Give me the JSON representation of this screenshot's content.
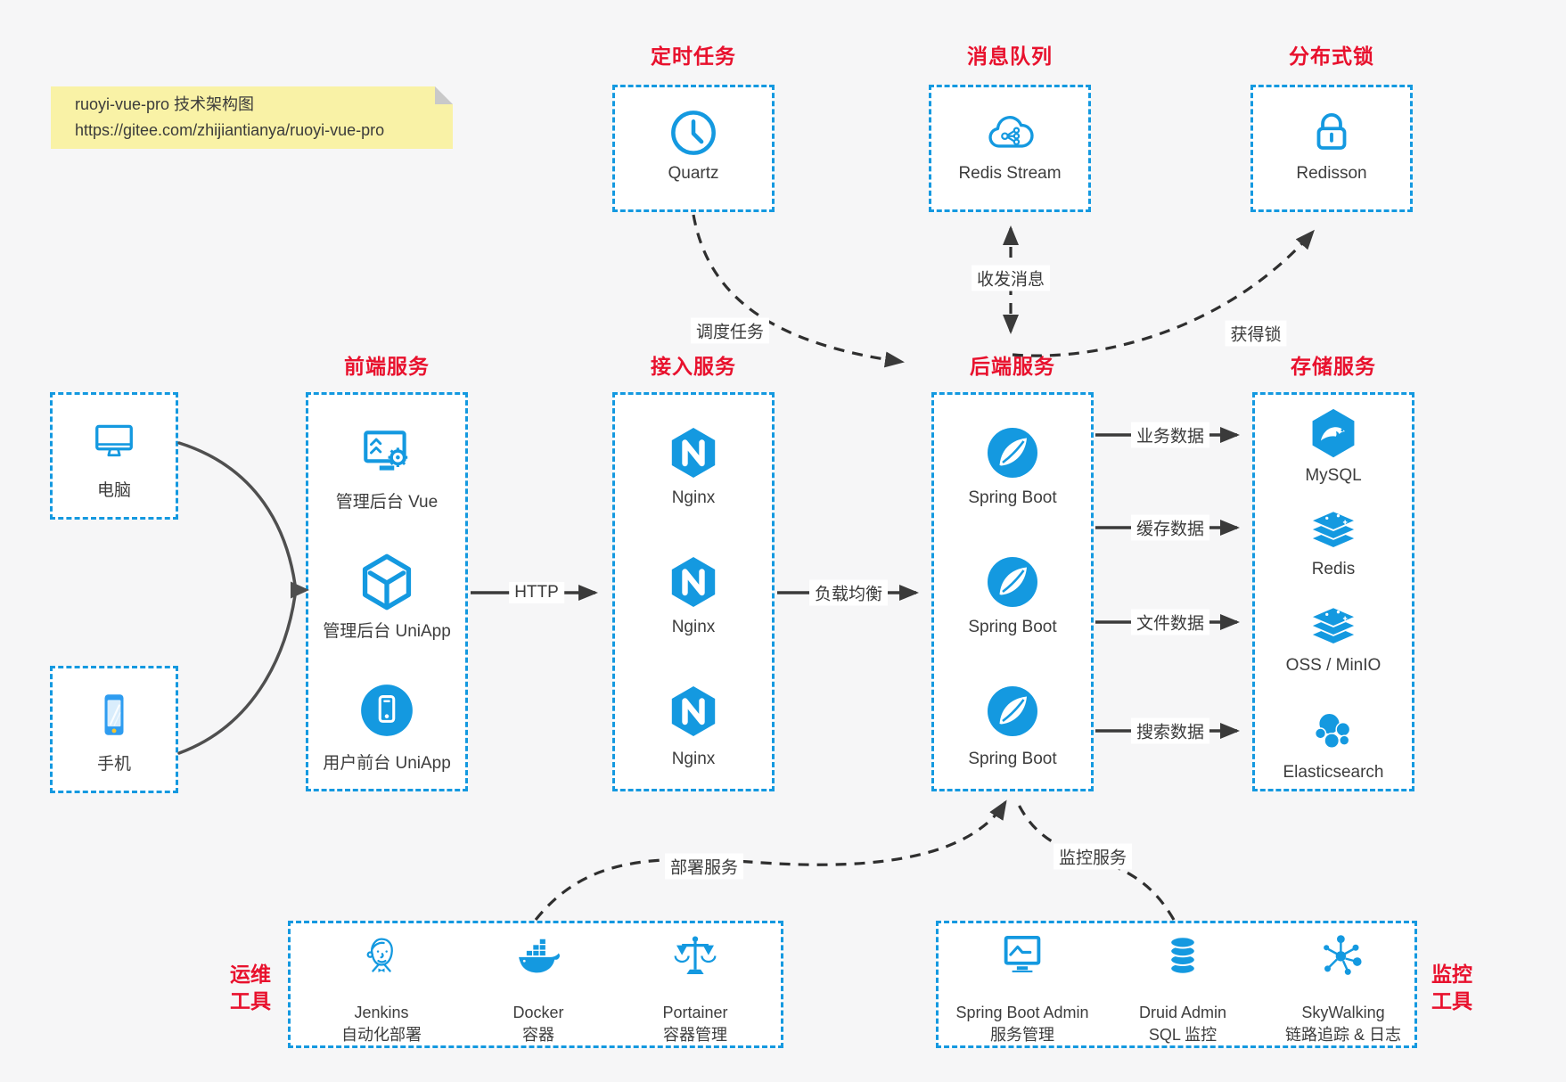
{
  "colors": {
    "primary_blue": "#1499e0",
    "title_red": "#e8112d",
    "note_yellow": "#f9f2a6",
    "text": "#3d3d3d"
  },
  "note": {
    "line1": "ruoyi-vue-pro 技术架构图",
    "line2": "https://gitee.com/zhijiantianya/ruoyi-vue-pro"
  },
  "top_groups": [
    {
      "title": "定时任务",
      "label": "Quartz",
      "icon": "clock-icon"
    },
    {
      "title": "消息队列",
      "label": "Redis Stream",
      "icon": "cloud-stream-icon"
    },
    {
      "title": "分布式锁",
      "label": "Redisson",
      "icon": "lock-icon"
    }
  ],
  "devices": [
    {
      "label": "电脑",
      "icon": "computer-icon"
    },
    {
      "label": "手机",
      "icon": "phone-icon"
    }
  ],
  "columns": [
    {
      "title": "前端服务",
      "items": [
        {
          "label": "管理后台 Vue",
          "icon": "admin-vue-icon"
        },
        {
          "label": "管理后台 UniApp",
          "icon": "cube-icon"
        },
        {
          "label": "用户前台 UniApp",
          "icon": "user-app-icon"
        }
      ]
    },
    {
      "title": "接入服务",
      "items": [
        {
          "label": "Nginx",
          "icon": "nginx-icon"
        },
        {
          "label": "Nginx",
          "icon": "nginx-icon"
        },
        {
          "label": "Nginx",
          "icon": "nginx-icon"
        }
      ]
    },
    {
      "title": "后端服务",
      "items": [
        {
          "label": "Spring Boot",
          "icon": "spring-icon"
        },
        {
          "label": "Spring Boot",
          "icon": "spring-icon"
        },
        {
          "label": "Spring Boot",
          "icon": "spring-icon"
        }
      ]
    },
    {
      "title": "存储服务",
      "items": [
        {
          "label": "MySQL",
          "icon": "mysql-icon"
        },
        {
          "label": "Redis",
          "icon": "redis-stack-icon"
        },
        {
          "label": "OSS / MinIO",
          "icon": "oss-stack-icon"
        },
        {
          "label": "Elasticsearch",
          "icon": "elasticsearch-icon"
        }
      ]
    }
  ],
  "bottom_groups": [
    {
      "side_title_line1": "运维",
      "side_title_line2": "工具",
      "items": [
        {
          "line1": "Jenkins",
          "line2": "自动化部署",
          "icon": "jenkins-icon"
        },
        {
          "line1": "Docker",
          "line2": "容器",
          "icon": "docker-icon"
        },
        {
          "line1": "Portainer",
          "line2": "容器管理",
          "icon": "portainer-icon"
        }
      ]
    },
    {
      "side_title_line1": "监控",
      "side_title_line2": "工具",
      "items": [
        {
          "line1": "Spring Boot Admin",
          "line2": "服务管理",
          "icon": "monitor-chart-icon"
        },
        {
          "line1": "Druid Admin",
          "line2": "SQL 监控",
          "icon": "database-icon"
        },
        {
          "line1": "SkyWalking",
          "line2": "链路追踪 & 日志",
          "icon": "network-nodes-icon"
        }
      ]
    }
  ],
  "edges": {
    "http": "HTTP",
    "lb": "负载均衡",
    "biz": "业务数据",
    "cache": "缓存数据",
    "file": "文件数据",
    "search": "搜索数据",
    "schedule": "调度任务",
    "message": "收发消息",
    "lock": "获得锁",
    "deploy": "部署服务",
    "monitor": "监控服务"
  }
}
